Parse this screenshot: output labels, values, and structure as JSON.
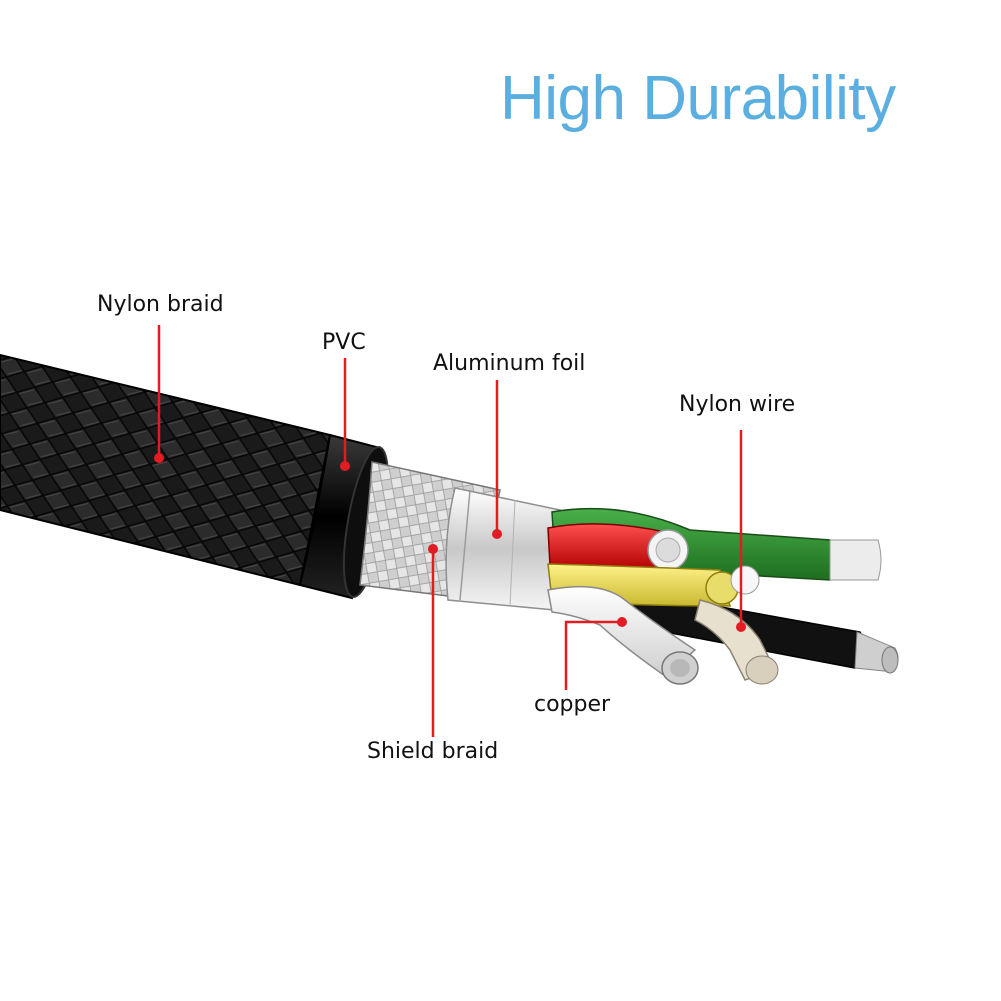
{
  "title": "High Durability",
  "labels": {
    "nylon_braid": "Nylon braid",
    "pvc": "PVC",
    "aluminum_foil": "Aluminum foil",
    "nylon_wire": "Nylon wire",
    "copper": "copper",
    "shield_braid": "Shield braid"
  },
  "colors": {
    "title": "#5aafe0",
    "leader": "#e31b23",
    "braid": "#1c1c1c",
    "pvc": "#0b0b0b",
    "foil": "#d9d9d9",
    "wire_red": "#e02020",
    "wire_green": "#2e8b2e",
    "wire_yellow": "#e6d84a",
    "wire_white": "#f2f2f2",
    "wire_black": "#111111"
  }
}
